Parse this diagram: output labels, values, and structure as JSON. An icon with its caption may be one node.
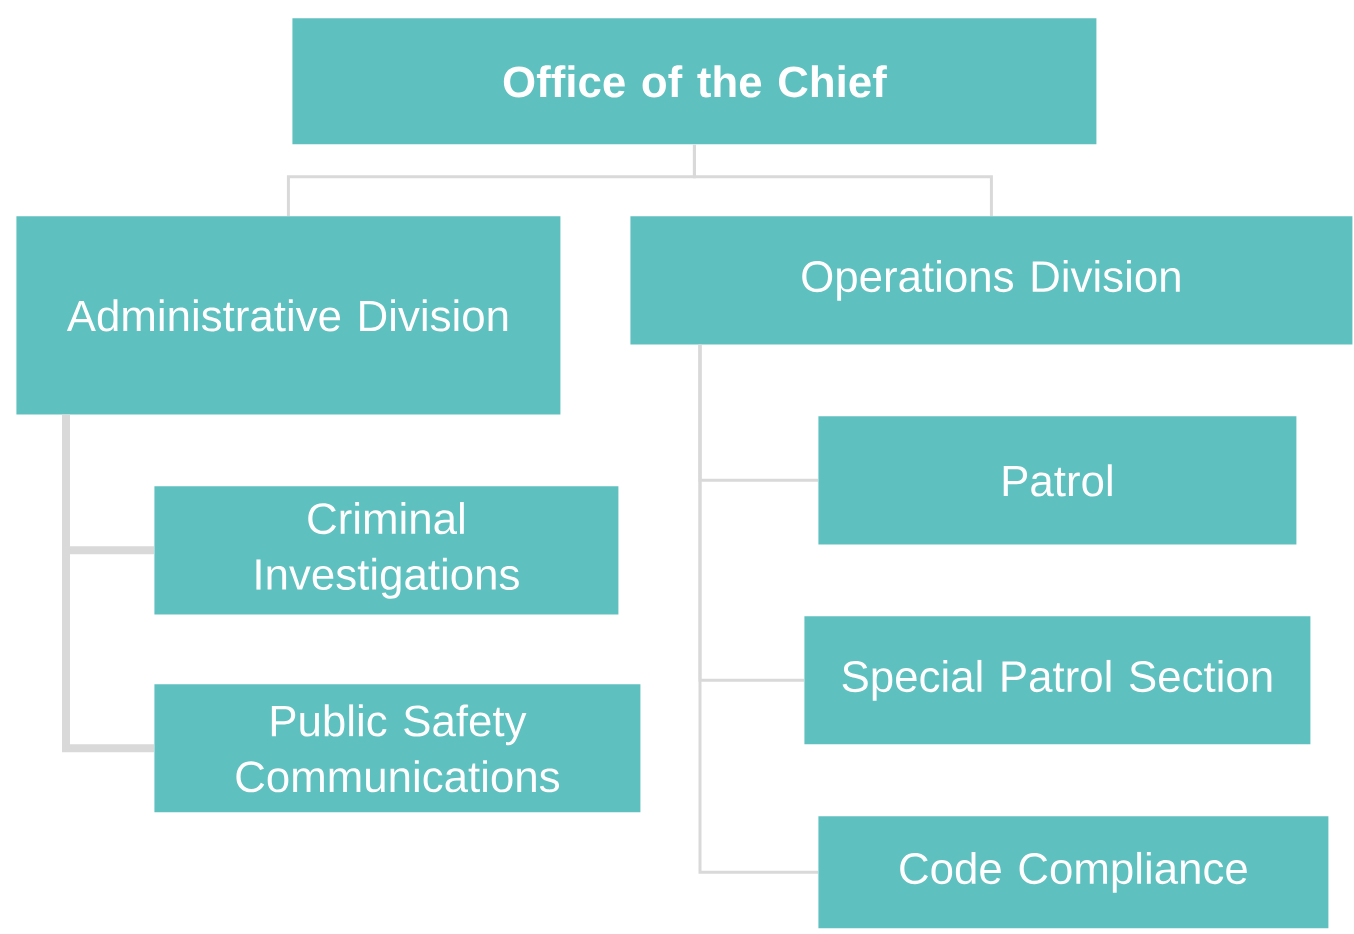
{
  "diagram": {
    "nodes": [
      {
        "text": [
          "Office of the Chief"
        ]
      },
      {
        "text": [
          "Administrative Division"
        ]
      },
      {
        "text": [
          "Operations Division"
        ]
      },
      {
        "text": [
          "Criminal Investigations"
        ]
      },
      {
        "text": [
          "Public Safety Communications"
        ]
      },
      {
        "text": [
          "Patrol"
        ]
      },
      {
        "text": [
          "Special Patrol Section"
        ]
      },
      {
        "text": [
          "Code Compliance"
        ]
      }
    ],
    "edges": [
      {
        "from": 0,
        "to": 1,
        "arrow": "none"
      },
      {
        "from": 0,
        "to": 2,
        "arrow": "none"
      },
      {
        "from": 1,
        "to": 3,
        "arrow": "none",
        "style": "thick"
      },
      {
        "from": 1,
        "to": 4,
        "arrow": "none",
        "style": "thick"
      },
      {
        "from": 2,
        "to": 5,
        "arrow": "none"
      },
      {
        "from": 2,
        "to": 6,
        "arrow": "none"
      },
      {
        "from": 2,
        "to": 7,
        "arrow": "none"
      }
    ]
  }
}
